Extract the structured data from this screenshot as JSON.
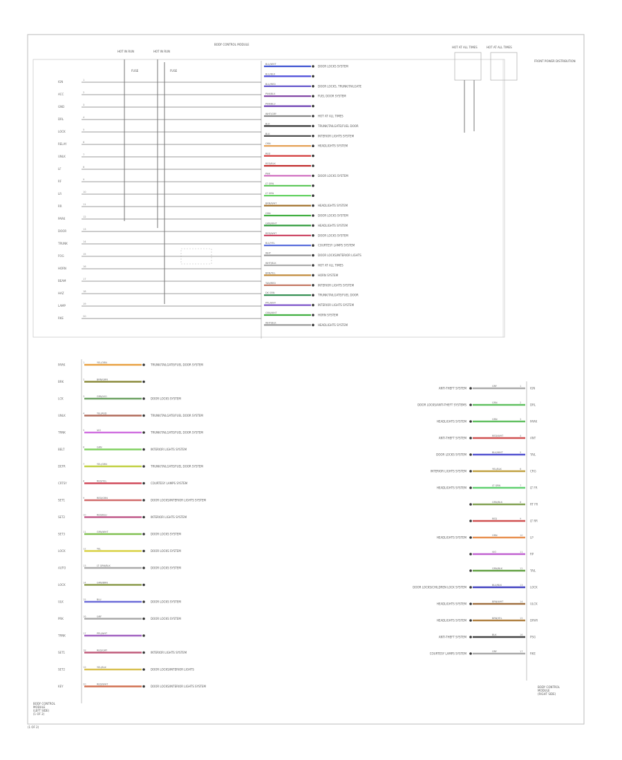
{
  "top": {
    "fuse1": "HOT IN RUN",
    "fuse2": "HOT IN RUN",
    "module": "BODY CONTROL MODULE",
    "relay1": "FUSE",
    "relay2": "FUSE",
    "right1": "HOT AT ALL TIMES",
    "right2": "HOT AT ALL TIMES",
    "right_note": "FRONT POWER DISTRIBUTION"
  },
  "top_left_sigs": [
    "IGN",
    "ACC",
    "GND",
    "DRL",
    "LOCK",
    "RELAY",
    "UNLK",
    "LF",
    "RF",
    "LR",
    "RR",
    "PARK",
    "DOOR",
    "TRUNK",
    "FOG",
    "HORN",
    "BEAM",
    "HAZ",
    "LAMP",
    "RKE"
  ],
  "top_wires": [
    {
      "wire": "BLU/WHT",
      "color": "#3b4fd0",
      "dest": "DOOR LOCKS SYSTEM"
    },
    {
      "wire": "BLU/BLK",
      "color": "#4b4bd8",
      "dest": ""
    },
    {
      "wire": "BLU/RED",
      "color": "#5a4bc8",
      "dest": "DOOR LOCKS, TRUNK/TAILGATE"
    },
    {
      "wire": "PNK/BLK",
      "color": "#7a3ca0",
      "dest": "FUEL DOOR SYSTEM"
    },
    {
      "wire": "PNK/BLU",
      "color": "#6a3cb0",
      "dest": ""
    },
    {
      "wire": "WHT/GRY",
      "color": "#888888",
      "dest": "HOT AT ALL TIMES"
    },
    {
      "wire": "BLK",
      "color": "#333333",
      "dest": "TRUNK/TAILGATE/FUEL DOOR"
    },
    {
      "wire": "BLK",
      "color": "#444444",
      "dest": "INTERIOR LIGHTS SYSTEM"
    },
    {
      "wire": "ORN",
      "color": "#e39a4a",
      "dest": "HEADLIGHTS SYSTEM"
    },
    {
      "wire": "RED",
      "color": "#d23a3a",
      "dest": ""
    },
    {
      "wire": "RED/BLK",
      "color": "#c02a2a",
      "dest": ""
    },
    {
      "wire": "PNK",
      "color": "#d070c0",
      "dest": "DOOR LOCKS SYSTEM"
    },
    {
      "wire": "LT GRN",
      "color": "#54c450",
      "dest": ""
    },
    {
      "wire": "LT GRN",
      "color": "#5ccf5a",
      "dest": ""
    },
    {
      "wire": "BRN/WHT",
      "color": "#a0702a",
      "dest": "HEADLIGHTS SYSTEM"
    },
    {
      "wire": "GRN",
      "color": "#3fae3f",
      "dest": "DOOR LOCKS SYSTEM"
    },
    {
      "wire": "GRN/WHT",
      "color": "#2e9a3a",
      "dest": "HEADLIGHTS SYSTEM"
    },
    {
      "wire": "RED/WHT",
      "color": "#c83a5a",
      "dest": "DOOR LOCKS SYSTEM"
    },
    {
      "wire": "BLU/YEL",
      "color": "#4a60d8",
      "dest": "COURTESY LAMPS SYSTEM"
    },
    {
      "wire": "WHT",
      "color": "#999999",
      "dest": "DOOR LOCKS/INTERIOR LIGHTS"
    },
    {
      "wire": "WHT/BLK",
      "color": "#aaaaaa",
      "dest": "HOT AT ALL TIMES"
    },
    {
      "wire": "BRN/YEL",
      "color": "#c08a3a",
      "dest": "HORN SYSTEM"
    },
    {
      "wire": "TAN/RED",
      "color": "#c0705a",
      "dest": "INTERIOR LIGHTS SYSTEM"
    },
    {
      "wire": "DK GRN",
      "color": "#2a8a4a",
      "dest": "TRUNK/TAILGATE/FUEL DOOR"
    },
    {
      "wire": "PPL/WHT",
      "color": "#7a50c8",
      "dest": "INTERIOR LIGHTS SYSTEM"
    },
    {
      "wire": "GRN/WHT",
      "color": "#3fae3f",
      "dest": "HORN SYSTEM"
    },
    {
      "wire": "WHT/BLK",
      "color": "#999999",
      "dest": "HEADLIGHTS SYSTEM"
    }
  ],
  "left_connector": [
    {
      "sig": "PARK",
      "wire": "YEL/ORN",
      "color": "#e8a040",
      "dest": "TRUNK/TAILGATE/FUEL DOOR SYSTEM"
    },
    {
      "sig": "BRK",
      "wire": "BRN/GRN",
      "color": "#8a8a3a",
      "dest": ""
    },
    {
      "sig": "LCK",
      "wire": "GRN/VIO",
      "color": "#6aa060",
      "dest": "DOOR LOCKS SYSTEM"
    },
    {
      "sig": "UNLK",
      "wire": "YEL/RED",
      "color": "#b06a5a",
      "dest": "TRUNK/TAILGATE/FUEL DOOR SYSTEM"
    },
    {
      "sig": "TRNK",
      "wire": "VIO",
      "color": "#d070e0",
      "dest": "TRUNK/TAILGATE/FUEL DOOR SYSTEM"
    },
    {
      "sig": "BELT",
      "wire": "GRN",
      "color": "#80d060",
      "dest": "INTERIOR LIGHTS SYSTEM"
    },
    {
      "sig": "DEFR",
      "wire": "YEL/GRN",
      "color": "#c0d040",
      "dest": "TRUNK/TAILGATE/FUEL DOOR SYSTEM"
    },
    {
      "sig": "CRTSY",
      "wire": "RED/YEL",
      "color": "#d04a5a",
      "dest": "COURTESY LAMPS SYSTEM"
    },
    {
      "sig": "SET1",
      "wire": "RED/GRN",
      "color": "#d06a6a",
      "dest": "DOOR LOCKS/INTERIOR LIGHTS SYSTEM"
    },
    {
      "sig": "SET2",
      "wire": "RED/BLU",
      "color": "#c05a8a",
      "dest": "INTERIOR LIGHTS SYSTEM"
    },
    {
      "sig": "SET3",
      "wire": "GRN/WHT",
      "color": "#80c050",
      "dest": "DOOR LOCKS SYSTEM"
    },
    {
      "sig": "LOCK",
      "wire": "YEL",
      "color": "#d8d040",
      "dest": "DOOR LOCKS SYSTEM"
    },
    {
      "sig": "AUTO",
      "wire": "LT GRN/BLK",
      "color": "#aaaaaa",
      "dest": "DOOR LOCKS SYSTEM"
    },
    {
      "sig": "LOCK",
      "wire": "GRN/BRN",
      "color": "#8a9a4a",
      "dest": ""
    },
    {
      "sig": "ULK",
      "wire": "BLU",
      "color": "#6a6ad8",
      "dest": "DOOR LOCKS SYSTEM"
    },
    {
      "sig": "PRK",
      "wire": "GRY",
      "color": "#aaaaaa",
      "dest": "DOOR LOCKS SYSTEM"
    },
    {
      "sig": "TRNK",
      "wire": "PPL/WHT",
      "color": "#a060c0",
      "dest": ""
    },
    {
      "sig": "SET1",
      "wire": "RED/GRY",
      "color": "#c05a7a",
      "dest": "INTERIOR LIGHTS SYSTEM"
    },
    {
      "sig": "SET2",
      "wire": "YEL/BLK",
      "color": "#d8c050",
      "dest": "DOOR LOCKS/INTERIOR LIGHTS"
    },
    {
      "sig": "KEY",
      "wire": "RED/WHT",
      "color": "#d07050",
      "dest": "DOOR LOCKS/INTERIOR LIGHTS SYSTEM"
    }
  ],
  "right_connector": [
    {
      "sig": "IGN",
      "wire": "GRY",
      "color": "#aaaaaa",
      "dest": "ANTI-THEFT SYSTEM"
    },
    {
      "sig": "DRL",
      "wire": "GRN",
      "color": "#60c060",
      "dest": "DOOR LOCKS/ANTI-THEFT SYSTEMS"
    },
    {
      "sig": "PARK",
      "wire": "GRN",
      "color": "#60c060",
      "dest": "HEADLIGHTS SYSTEM"
    },
    {
      "sig": "ANT",
      "wire": "RED/WHT",
      "color": "#d05050",
      "dest": "ANTI-THEFT SYSTEM"
    },
    {
      "sig": "TAIL",
      "wire": "BLU/WHT",
      "color": "#5050d0",
      "dest": "DOOR LOCKS SYSTEM"
    },
    {
      "sig": "CRG",
      "wire": "YEL/BLK",
      "color": "#c0a040",
      "dest": "INTERIOR LIGHTS SYSTEM"
    },
    {
      "sig": "LT FR",
      "wire": "LT GRN",
      "color": "#60d070",
      "dest": "HEADLIGHTS SYSTEM"
    },
    {
      "sig": "RT FR",
      "wire": "GRN/BLK",
      "color": "#80a050",
      "dest": ""
    },
    {
      "sig": "LT RR",
      "wire": "RED",
      "color": "#d05050",
      "dest": ""
    },
    {
      "sig": "LP",
      "wire": "ORN",
      "color": "#e89050",
      "dest": "HEADLIGHTS SYSTEM"
    },
    {
      "sig": "RP",
      "wire": "VIO",
      "color": "#c060d0",
      "dest": ""
    },
    {
      "sig": "TAIL",
      "wire": "GRN/BLK",
      "color": "#60a040",
      "dest": ""
    },
    {
      "sig": "LOCK",
      "wire": "BLU/BLK",
      "color": "#4040c0",
      "dest": "DOOR LOCKS/CHILDREN LOCK SYSTEM"
    },
    {
      "sig": "ULCK",
      "wire": "BRN/WHT",
      "color": "#a07040",
      "dest": "HEADLIGHTS SYSTEM"
    },
    {
      "sig": "DRVR",
      "wire": "BRN/YEL",
      "color": "#b08040",
      "dest": "HEADLIGHTS SYSTEM"
    },
    {
      "sig": "PSG",
      "wire": "BLK",
      "color": "#444444",
      "dest": "ANTI-THEFT SYSTEM"
    },
    {
      "sig": "RKE",
      "wire": "GRY",
      "color": "#aaaaaa",
      "dest": "COURTESY LAMPS SYSTEM"
    }
  ],
  "footer": {
    "bl1": "BODY CONTROL",
    "bl2": "MODULE",
    "bl3": "(LEFT SIDE)",
    "bl4": "(1 OF 2)",
    "br1": "BODY CONTROL",
    "br2": "MODULE",
    "br3": "(RIGHT SIDE)",
    "page": "(1 OF 2)"
  }
}
